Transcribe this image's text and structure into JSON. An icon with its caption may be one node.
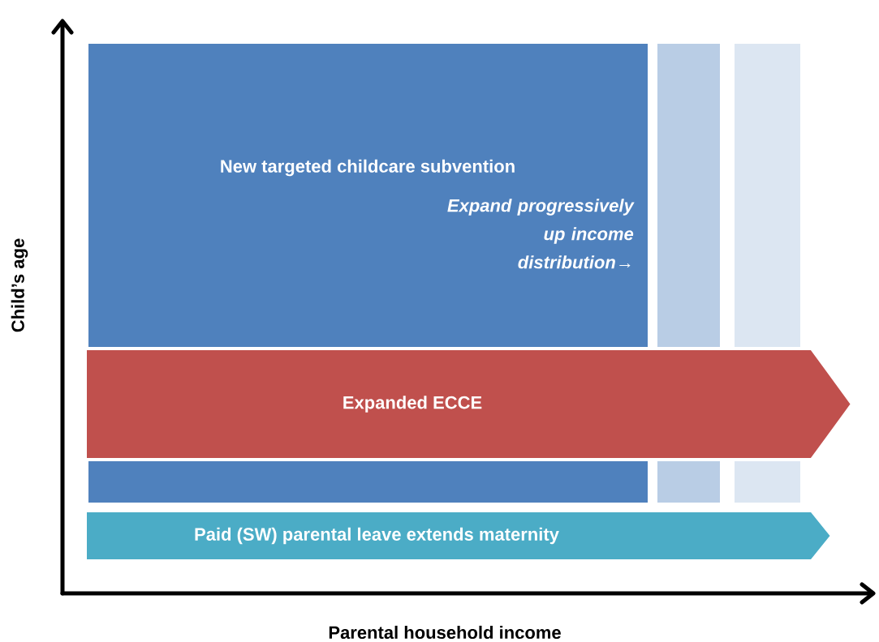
{
  "diagram": {
    "nodes": [
      {
        "text": [
          "New targeted childcare subvention",
          "Expand progressively up income distribution→"
        ]
      },
      {
        "text": [],
        "shape": "box"
      },
      {
        "text": [],
        "shape": "box"
      },
      {
        "text": [
          "Expanded ECCE"
        ]
      },
      {
        "text": [
          "Paid (SW) parental leave extends maternity"
        ]
      }
    ],
    "labels": [
      "Child’s age",
      "Parental household income"
    ]
  }
}
